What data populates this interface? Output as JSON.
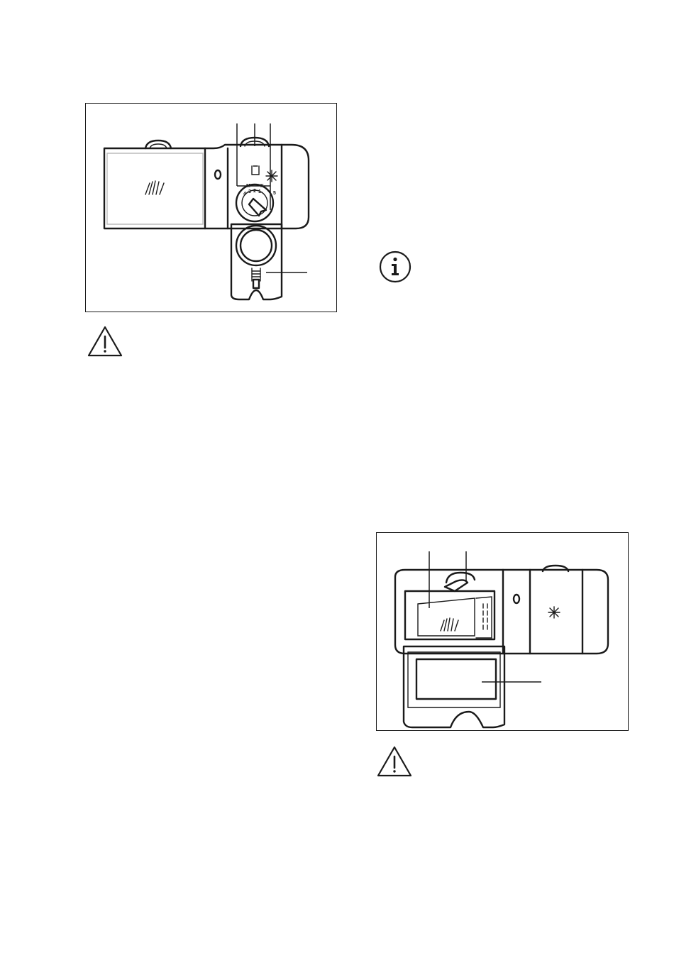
{
  "figures": [
    {
      "id": "dispenser-dial",
      "dial": {
        "top_marks": [
          "M",
          "X"
        ],
        "scale": [
          "4",
          "3",
          "2",
          "1"
        ],
        "side_letter": "5"
      }
    },
    {
      "id": "detergent-dispenser"
    }
  ],
  "icons": [
    "warning-icon",
    "info-icon",
    "warning-icon"
  ]
}
